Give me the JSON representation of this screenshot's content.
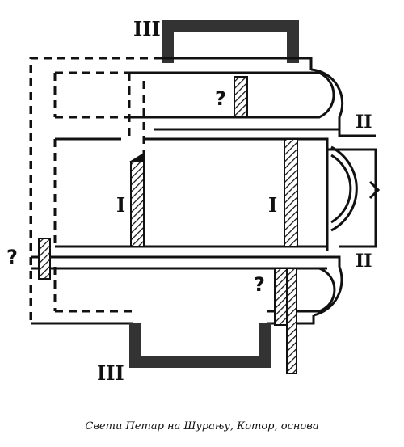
{
  "labels": {
    "phase_3_top": "III",
    "phase_3_bottom": "III",
    "phase_2_top": "II",
    "phase_2_bottom": "II",
    "phase_1_left": "I",
    "phase_1_right": "I",
    "question_left": "?",
    "question_top": "?",
    "question_bottom": "?"
  },
  "caption": "Свети Петар на Шурању, Котор, основа"
}
